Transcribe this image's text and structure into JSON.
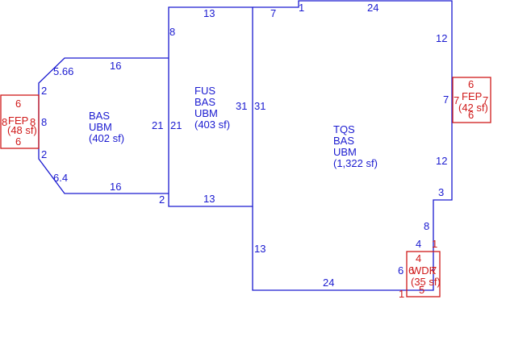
{
  "colors": {
    "structure": "#1a1ad0",
    "addition": "#d01a1a"
  },
  "areas": [
    {
      "key": "bas",
      "lines": [
        "BAS",
        "UBM",
        "(402 sf)"
      ]
    },
    {
      "key": "fus",
      "lines": [
        "FUS",
        "BAS",
        "UBM",
        "(403 sf)"
      ]
    },
    {
      "key": "tqs",
      "lines": [
        "TQS",
        "BAS",
        "UBM",
        "(1,322 sf)"
      ]
    },
    {
      "key": "fep_left",
      "lines": [
        "FEP",
        "(48 sf)"
      ]
    },
    {
      "key": "fep_right",
      "lines": [
        "FEP",
        "(42 sf)"
      ]
    },
    {
      "key": "wdk",
      "lines": [
        "WDK",
        "(35 sf)"
      ]
    }
  ],
  "dimensions": {
    "bas_top": "16",
    "bas_bottom": "16",
    "bas_diag_top": "5.66",
    "bas_diag_bottom": "6.4",
    "bas_left_upper": "2",
    "bas_left_mid": "8",
    "bas_left_lower": "2",
    "bas_right": "21",
    "bas_bottom_right": "2",
    "fus_top": "13",
    "fus_bottom": "13",
    "fus_left": "21",
    "fus_right": "31",
    "fus_upper_left": "8",
    "tqs_left": "31",
    "tqs_top_small": "7",
    "tqs_top_one": "1",
    "tqs_top": "24",
    "tqs_right_upper": "12",
    "tqs_right_mid": "7",
    "tqs_right_lower": "12",
    "tqs_step": "3",
    "tqs_right_bottom": "8",
    "tqs_left_lower": "13",
    "tqs_bottom": "24",
    "tqs_corner": "1",
    "tqs_wdk_left": "6",
    "tqs_wdk_top": "4",
    "tqs_wdk_right": "1",
    "fep_left_top": "6",
    "fep_left_bottom": "6",
    "fep_left_left": "8",
    "fep_left_right": "8",
    "fep_right_top": "6",
    "fep_right_bottom": "6",
    "fep_right_left": "7",
    "fep_right_right": "7",
    "wdk_top": "4",
    "wdk_bottom": "5",
    "wdk_left": "6",
    "wdk_right": "7"
  }
}
